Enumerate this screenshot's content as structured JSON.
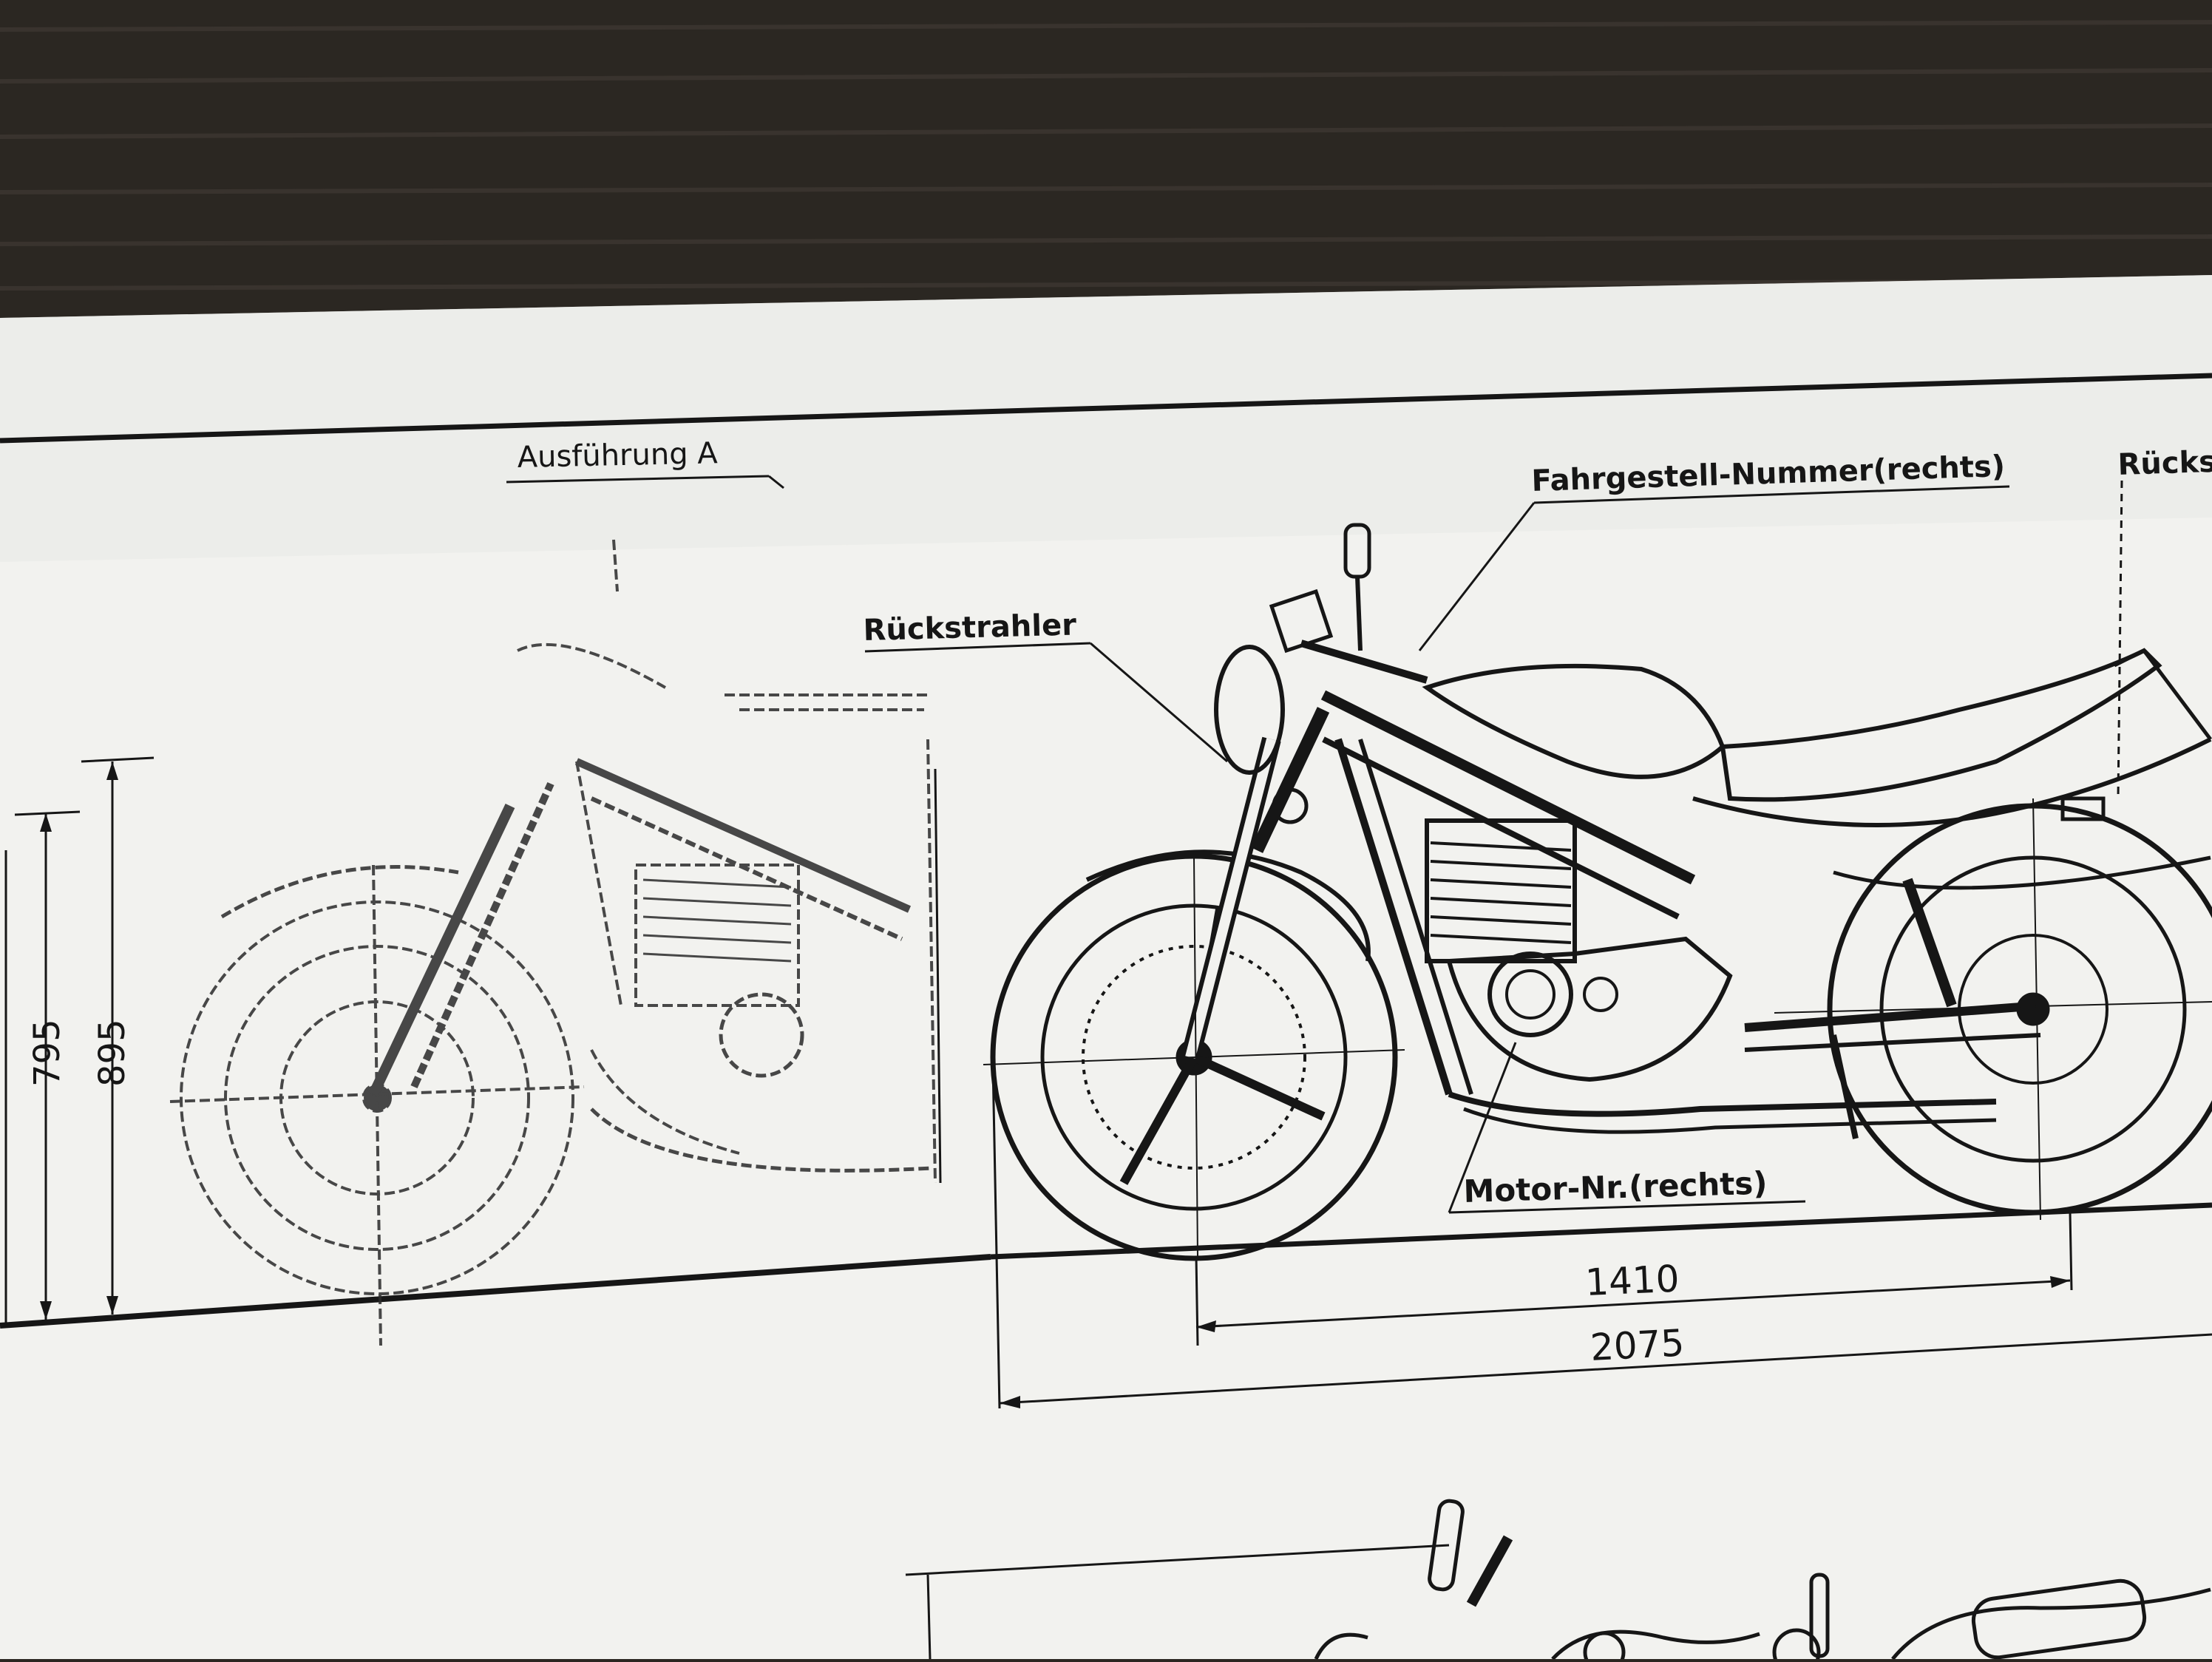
{
  "labels": {
    "variant": "Ausführung A",
    "reflector": "Rückstrahler",
    "frame_number": "Fahrgestell-Nummer(rechts)",
    "rear_label_cut": "Rücks",
    "engine_number": "Motor-Nr.(rechts)"
  },
  "dimensions": {
    "seat_height": "795",
    "overall_height": "895",
    "wheelbase": "1410",
    "overall_length": "2075"
  },
  "colors": {
    "table": "#2b2722",
    "paper": "#f2f2ef",
    "ink": "#161616"
  }
}
